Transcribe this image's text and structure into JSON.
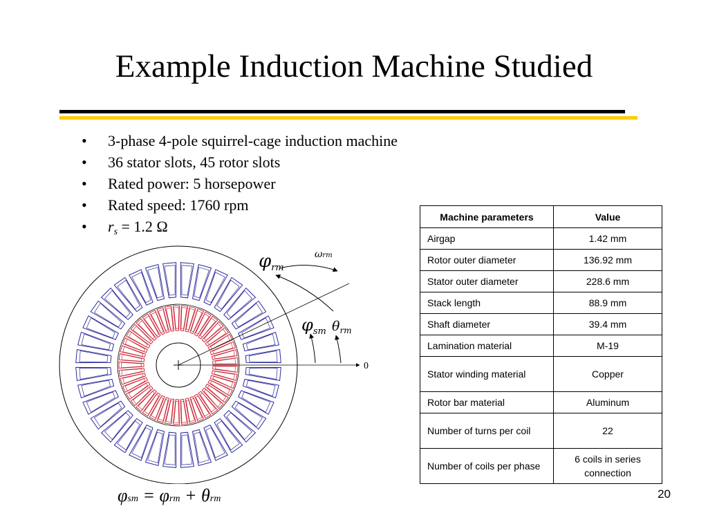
{
  "slide": {
    "title": "Example Induction Machine Studied",
    "page_number": "20"
  },
  "bullets": [
    "3-phase 4-pole squirrel-cage induction machine",
    "36 stator slots, 45 rotor slots",
    "Rated power: 5 horsepower",
    "Rated speed: 1760 rpm"
  ],
  "resistance": {
    "symbol": "r",
    "subscript": "s",
    "value": " = 1.2 Ω"
  },
  "table": {
    "header": [
      "Machine parameters",
      "Value"
    ],
    "rows": [
      [
        "Airgap",
        "1.42 mm"
      ],
      [
        "Rotor outer diameter",
        "136.92 mm"
      ],
      [
        "Stator outer diameter",
        "228.6 mm"
      ],
      [
        "Stack length",
        "88.9 mm"
      ],
      [
        "Shaft diameter",
        "39.4 mm"
      ],
      [
        "Lamination material",
        "M-19"
      ],
      [
        "Stator winding material",
        "Copper"
      ],
      [
        "Rotor bar material",
        "Aluminum"
      ],
      [
        "Number of turns per coil",
        "22"
      ],
      [
        "Number of coils per phase",
        "6 coils in series connection"
      ]
    ]
  },
  "diagram": {
    "labels": {
      "phi_rm": "φ",
      "phi_rm_sub": "rm",
      "omega_rm": "ω",
      "omega_rm_sub": "rm",
      "phi_sm": "φ",
      "phi_sm_sub": "sm",
      "theta_rm": "θ",
      "theta_rm_sub": "rm",
      "zero": "0"
    },
    "stator_slot_count": 36,
    "rotor_slot_count": 45,
    "colors": {
      "stator_slot": "#2a2a9a",
      "rotor_slot": "#cc2a3a",
      "outline": "#000000"
    }
  },
  "equation": {
    "lhs": "φ",
    "lhs_sub": "sm",
    "op1": " = ",
    "t1": "φ",
    "t1_sub": "rm",
    "op2": " + ",
    "t2": "θ",
    "t2_sub": "rm"
  }
}
